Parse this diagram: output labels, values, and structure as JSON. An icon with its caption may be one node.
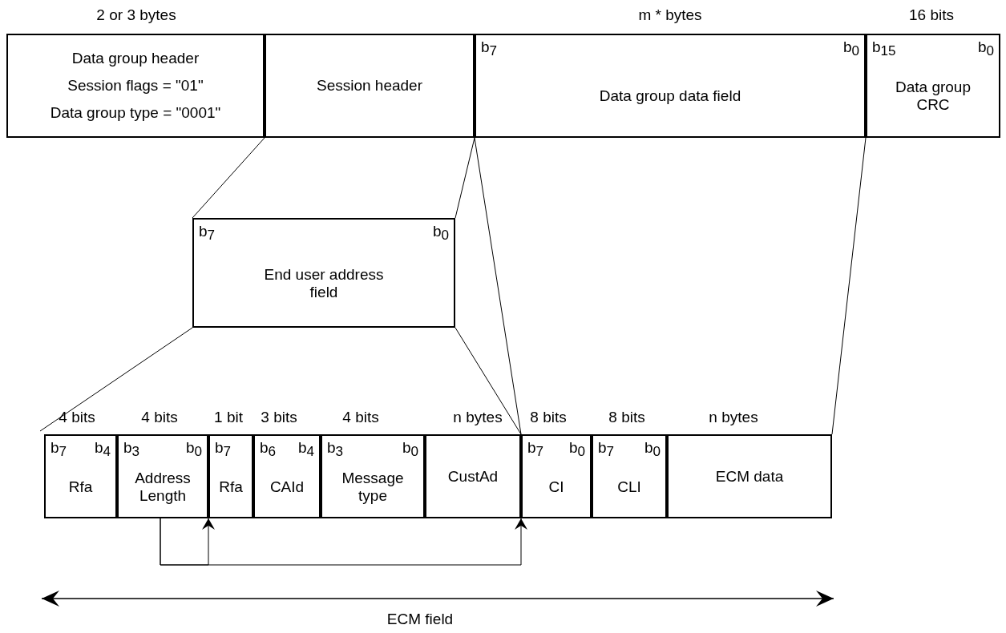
{
  "diagram": {
    "nodes": [
      {
        "text": [
          "Data group header",
          "Session flags = \"01\"",
          "Data group type = \"0001\""
        ],
        "beside": [
          "2 or 3 bytes"
        ]
      },
      {
        "text": [
          "Session header"
        ]
      },
      {
        "text": [
          "b$_{7}$",
          "b$_{0}$",
          "Data group data field"
        ],
        "beside": [
          "m * bytes"
        ]
      },
      {
        "text": [
          "b$_{15}$",
          "b$_{0}$",
          "Data group CRC"
        ],
        "beside": [
          "16 bits"
        ]
      },
      {
        "text": [
          "b$_{7}$",
          "b$_{0}$",
          "End user address field"
        ]
      },
      {
        "text": [
          "b$_{7}$",
          "b$_{4}$",
          "Rfa"
        ],
        "beside": [
          "4 bits"
        ]
      },
      {
        "text": [
          "b$_{3}$",
          "b$_{0}$",
          "Address Length"
        ],
        "beside": [
          "4 bits"
        ]
      },
      {
        "text": [
          "b$_{7}$",
          "Rfa"
        ],
        "beside": [
          "1 bit"
        ]
      },
      {
        "text": [
          "b$_{6}$",
          "b$_{4}$",
          "CAId"
        ],
        "beside": [
          "3 bits"
        ]
      },
      {
        "text": [
          "b$_{3}$",
          "b$_{0}$",
          "Message type"
        ],
        "beside": [
          "4 bits"
        ]
      },
      {
        "text": [
          "CustAd"
        ],
        "beside": [
          "n bytes"
        ]
      },
      {
        "text": [
          "b$_{7}$",
          "b$_{0}$",
          "CI"
        ],
        "beside": [
          "8 bits"
        ]
      },
      {
        "text": [
          "b$_{7}$",
          "b$_{0}$",
          "CLI"
        ],
        "beside": [
          "8 bits"
        ]
      },
      {
        "text": [
          "ECM data"
        ],
        "beside": [
          "n bytes"
        ]
      }
    ],
    "edges": [
      {
        "from": 1,
        "to": 4,
        "arrow": "none"
      },
      {
        "from": 2,
        "to": 4,
        "arrow": "none"
      },
      {
        "from": 4,
        "to": 5,
        "arrow": "none"
      },
      {
        "from": 4,
        "to": 10,
        "arrow": "none"
      },
      {
        "from": 2,
        "to": 11,
        "arrow": "none"
      },
      {
        "from": 3,
        "to": 13,
        "arrow": "none"
      },
      {
        "from": 6,
        "to": 7,
        "arrow": "to"
      },
      {
        "from": 6,
        "to": 10,
        "arrow": "to"
      }
    ],
    "labels": [
      "ECM field"
    ]
  }
}
